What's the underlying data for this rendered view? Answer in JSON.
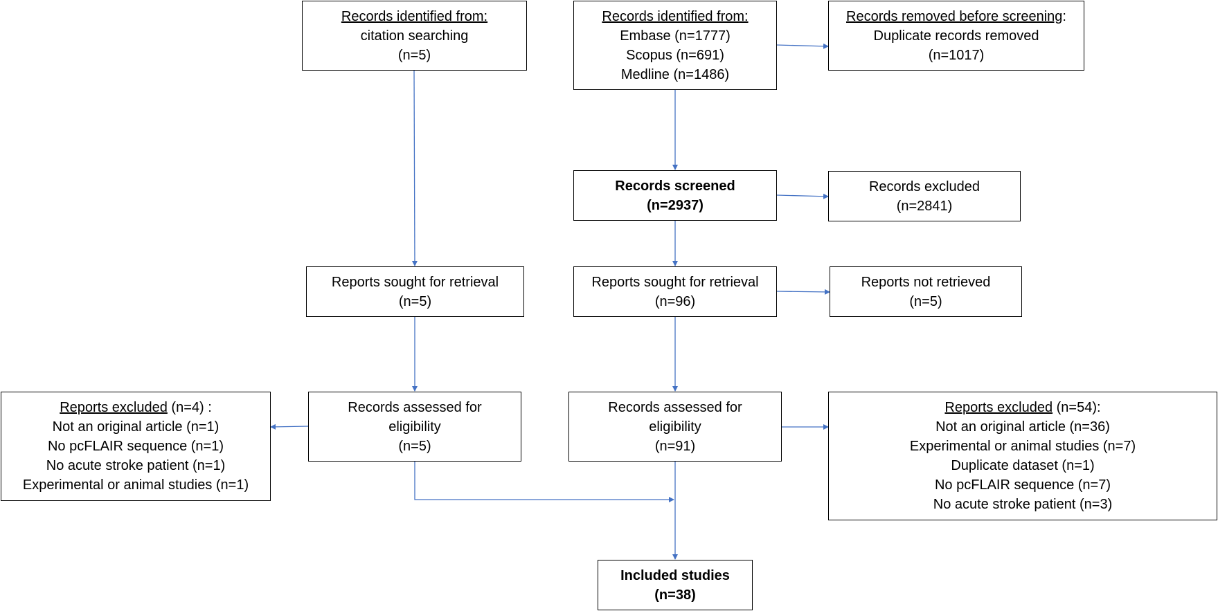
{
  "colors": {
    "arrow": "#4472C4",
    "box_border": "#000000",
    "text": "#000000"
  },
  "citation_identified": {
    "heading": "Records identified from:",
    "source": "citation searching",
    "count": "(n=5)"
  },
  "db_identified": {
    "heading": "Records identified from:",
    "embase": "Embase (n=1777)",
    "scopus": "Scopus (n=691)",
    "medline": "Medline (n=1486)"
  },
  "removed_before_screening": {
    "heading": "Records removed before screening",
    "heading_suffix": ":",
    "reason": "Duplicate records removed",
    "count": "(n=1017)"
  },
  "records_screened": {
    "label": "Records screened",
    "count": "(n=2937)"
  },
  "records_excluded": {
    "label": "Records excluded",
    "count": "(n=2841)"
  },
  "citation_sought": {
    "label": "Reports sought for retrieval",
    "count": "(n=5)"
  },
  "db_sought": {
    "label": "Reports sought for retrieval",
    "count": "(n=96)"
  },
  "not_retrieved": {
    "label": "Reports not retrieved",
    "count": "(n=5)"
  },
  "citation_assessed": {
    "line1": "Records assessed for",
    "line2": "eligibility",
    "count": "(n=5)"
  },
  "db_assessed": {
    "line1": "Records assessed for",
    "line2": "eligibility",
    "count": "(n=91)"
  },
  "citation_excluded": {
    "heading": "Reports excluded",
    "heading_count": " (n=4) :",
    "reasons": [
      "Not an original article (n=1)",
      "No pcFLAIR sequence (n=1)",
      "No acute stroke patient (n=1)",
      "Experimental or animal studies (n=1)"
    ]
  },
  "db_excluded": {
    "heading": "Reports excluded",
    "heading_count": " (n=54):",
    "reasons": [
      "Not an original article (n=36)",
      "Experimental or animal studies (n=7)",
      "Duplicate dataset (n=1)",
      "No pcFLAIR sequence (n=7)",
      "No acute stroke patient (n=3)"
    ]
  },
  "included": {
    "label": "Included studies",
    "count": "(n=38)"
  }
}
